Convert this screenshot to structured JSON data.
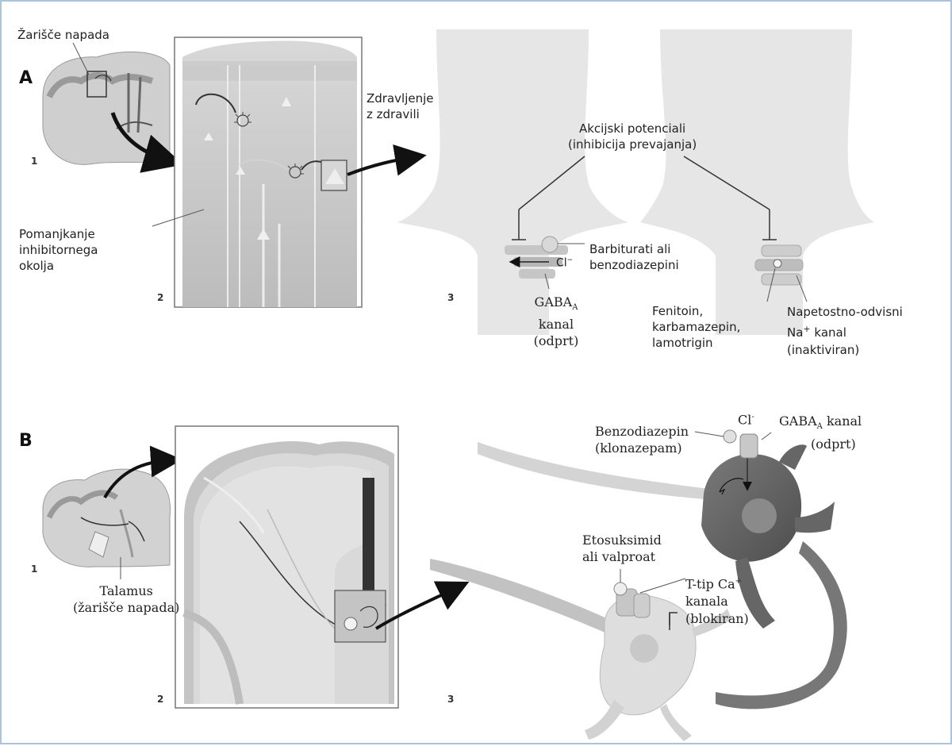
{
  "panel_a": {
    "letter": "A",
    "focus_label": "Žarišče napada",
    "deficit_label": "Pomanjkanje\ninhibitornega\nokolja",
    "treatment_label": "Zdravljenje\nz zdravili",
    "action_potentials_label": "Akcijski potenciali\n(inhibicija prevajanja)",
    "barbiturates_label": "Barbiturati ali\nbenzodiazepini",
    "chloride_label": "Cl",
    "chloride_sup": "−",
    "gaba_channel_label": "GABA",
    "gaba_sub": "A",
    "gaba_channel_rest": "kanal\n(odprt)",
    "drugs_label": "Fenitoin,\nkarbamazepin,\nlamotrigin",
    "na_channel_line1": "Napetostno-odvisni",
    "na_channel_ion": "Na",
    "na_channel_sup": "+",
    "na_channel_rest": " kanal",
    "na_channel_line3": "(inaktiviran)",
    "step1": "1",
    "step2": "2",
    "step3": "3"
  },
  "panel_b": {
    "letter": "B",
    "thalamus_label": "Talamus\n(žarišče napada)",
    "benzodiazepine_label": "Benzodiazepin\n(klonazepam)",
    "chloride_label": "Cl",
    "chloride_sup": "-",
    "gaba_label": "GABA",
    "gaba_sub": "A",
    "gaba_rest": " kanal",
    "gaba_state": "(odprt)",
    "ethosuximide_label": "Etosuksimid\nali valproat",
    "ttype_line1": "T-tip Ca",
    "ttype_sup": "+",
    "ttype_rest": "kanala\n(blokiran)",
    "step1": "1",
    "step2": "2",
    "step3": "3"
  },
  "colors": {
    "border": "#a9c4dc",
    "neuron_light": "#e6e6e6",
    "neuron_dark": "#6a6a6a",
    "brain_grey": "#9a9a9a",
    "arrow": "#111111"
  }
}
